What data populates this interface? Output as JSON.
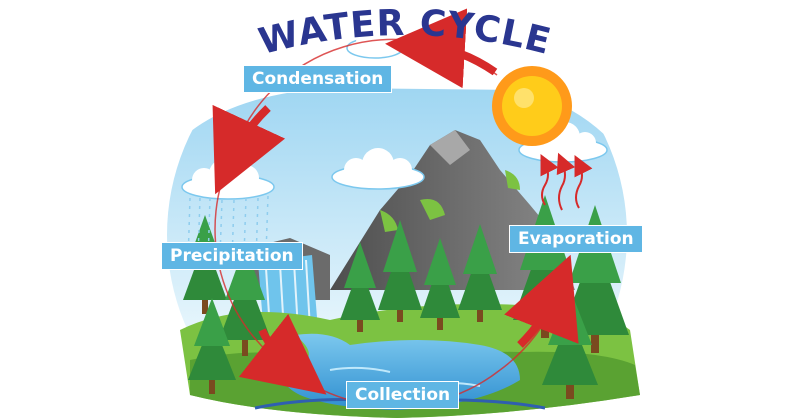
{
  "title": "WATER CYCLE",
  "stages": {
    "condensation": "Condensation",
    "precipitation": "Precipitation",
    "evaporation": "Evaporation",
    "collection": "Collection"
  },
  "colors": {
    "title": "#2a3690",
    "label_bg": "#5fb6e4",
    "arrow": "#d62a2a",
    "sky": "#bfe5f6",
    "water": "#3e9fd9",
    "grass": "#7cc242",
    "tree": "#2f8a3a",
    "mountain": "#6b6b6b",
    "sun": "#ffcc1a"
  },
  "icons": [
    "sun-icon",
    "cloud-icon",
    "rain-icon",
    "waterfall-icon",
    "mountain-icon",
    "tree-icon",
    "steam-arrow-icon",
    "cycle-arrow-icon"
  ]
}
